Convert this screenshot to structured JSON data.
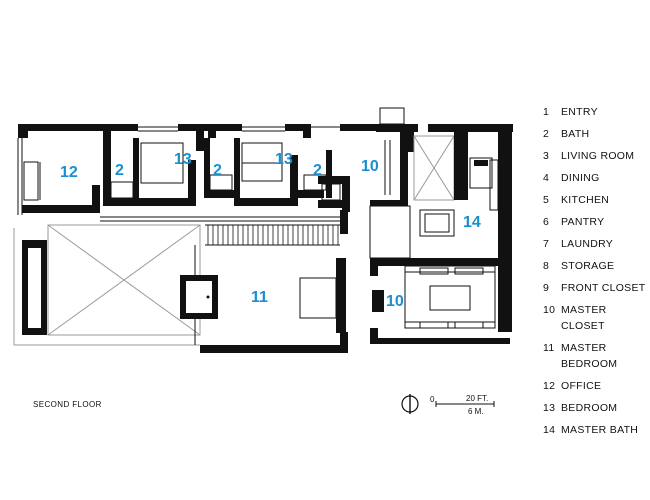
{
  "floor_label": "SECOND FLOOR",
  "legend": [
    {
      "num": "1",
      "label": "ENTRY"
    },
    {
      "num": "2",
      "label": "BATH"
    },
    {
      "num": "3",
      "label": "LIVING ROOM"
    },
    {
      "num": "4",
      "label": "DINING"
    },
    {
      "num": "5",
      "label": "KITCHEN"
    },
    {
      "num": "6",
      "label": "PANTRY"
    },
    {
      "num": "7",
      "label": "LAUNDRY"
    },
    {
      "num": "8",
      "label": "STORAGE"
    },
    {
      "num": "9",
      "label": "FRONT CLOSET"
    },
    {
      "num": "10",
      "label": "MASTER CLOSET"
    },
    {
      "num": "11",
      "label": "MASTER BEDROOM"
    },
    {
      "num": "12",
      "label": "OFFICE"
    },
    {
      "num": "13",
      "label": "BEDROOM"
    },
    {
      "num": "14",
      "label": "MASTER BATH"
    }
  ],
  "rooms": {
    "office": "12",
    "bath_a": "2",
    "bedroom_a": "13",
    "bath_b": "2",
    "bedroom_b": "13",
    "bath_c": "2",
    "master_closet_upper": "10",
    "master_bath": "14",
    "master_bedroom": "11",
    "master_closet_lower": "10"
  },
  "scale": {
    "zero": "0",
    "ft": "20 FT.",
    "m": "6 M."
  },
  "colors": {
    "room_number": "#1a8fd0",
    "wall": "#111111"
  },
  "icons": {
    "north_arrow": "north-arrow-icon"
  }
}
